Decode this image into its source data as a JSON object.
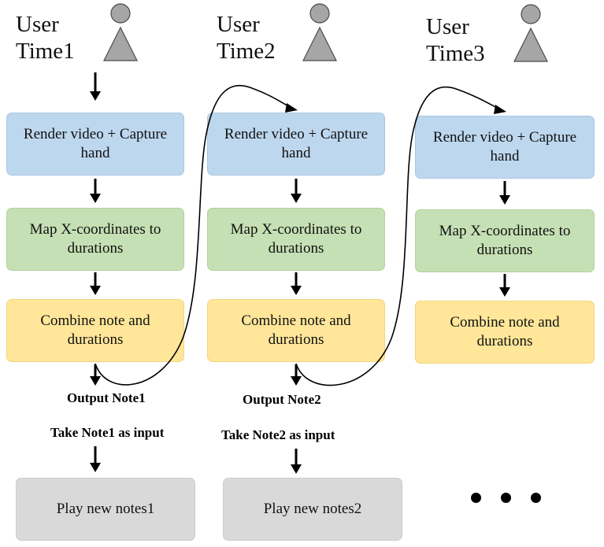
{
  "columns": [
    {
      "user_label": "User\nTime1",
      "render_box": "Render video + Capture\nhand",
      "map_box": "Map X-coordinates to\ndurations",
      "combine_box": "Combine note and\ndurations",
      "output_label": "Output Note1",
      "input_label": "Take Note1 as input",
      "play_box": "Play new notes1"
    },
    {
      "user_label": "User\nTime2",
      "render_box": "Render video + Capture\nhand",
      "map_box": "Map X-coordinates to\ndurations",
      "combine_box": "Combine note and\ndurations",
      "output_label": "Output Note2",
      "input_label": "Take Note2 as input",
      "play_box": "Play new notes2"
    },
    {
      "user_label": "User\nTime3",
      "render_box": "Render video + Capture\nhand",
      "map_box": "Map X-coordinates to\ndurations",
      "combine_box": "Combine note and\ndurations"
    }
  ],
  "colors": {
    "render": "#bdd7ee",
    "map": "#c5e0b4",
    "combine": "#ffe699",
    "play": "#d9d9d9",
    "user_icon": "#a6a6a6"
  },
  "icons": {
    "user": "person-icon",
    "continuation": "ellipsis-icon"
  }
}
